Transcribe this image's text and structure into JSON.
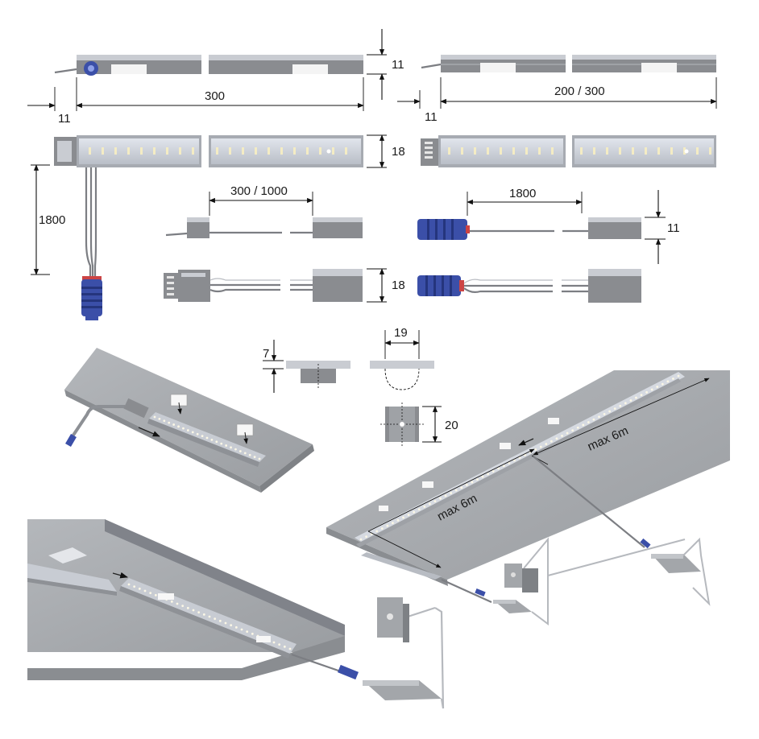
{
  "dimensions": {
    "top_left_height": "11",
    "top_left_offset": "11",
    "top_left_length": "300",
    "top_right_offset": "11",
    "top_right_length": "200 / 300",
    "bar_height_left": "18",
    "cable_length_left": "1800",
    "connector_cable_length_a": "300 / 1000",
    "connector_cable_length_b": "1800",
    "connector_height_a": "11",
    "connector_height_b": "18",
    "clip_height": "7",
    "clip_width": "19",
    "clip_depth": "20"
  },
  "annotations": {
    "max_run_1": "max 6m",
    "max_run_2": "max 6m"
  },
  "colors": {
    "profile": "#8a8c90",
    "profile_light": "#c9ccd2",
    "led_face": "#d5dae3",
    "led": "#f4ecc4",
    "connector_blue": "#3b4fa8",
    "cabinet": "#a3a6aa",
    "dimension_line": "#111111"
  }
}
